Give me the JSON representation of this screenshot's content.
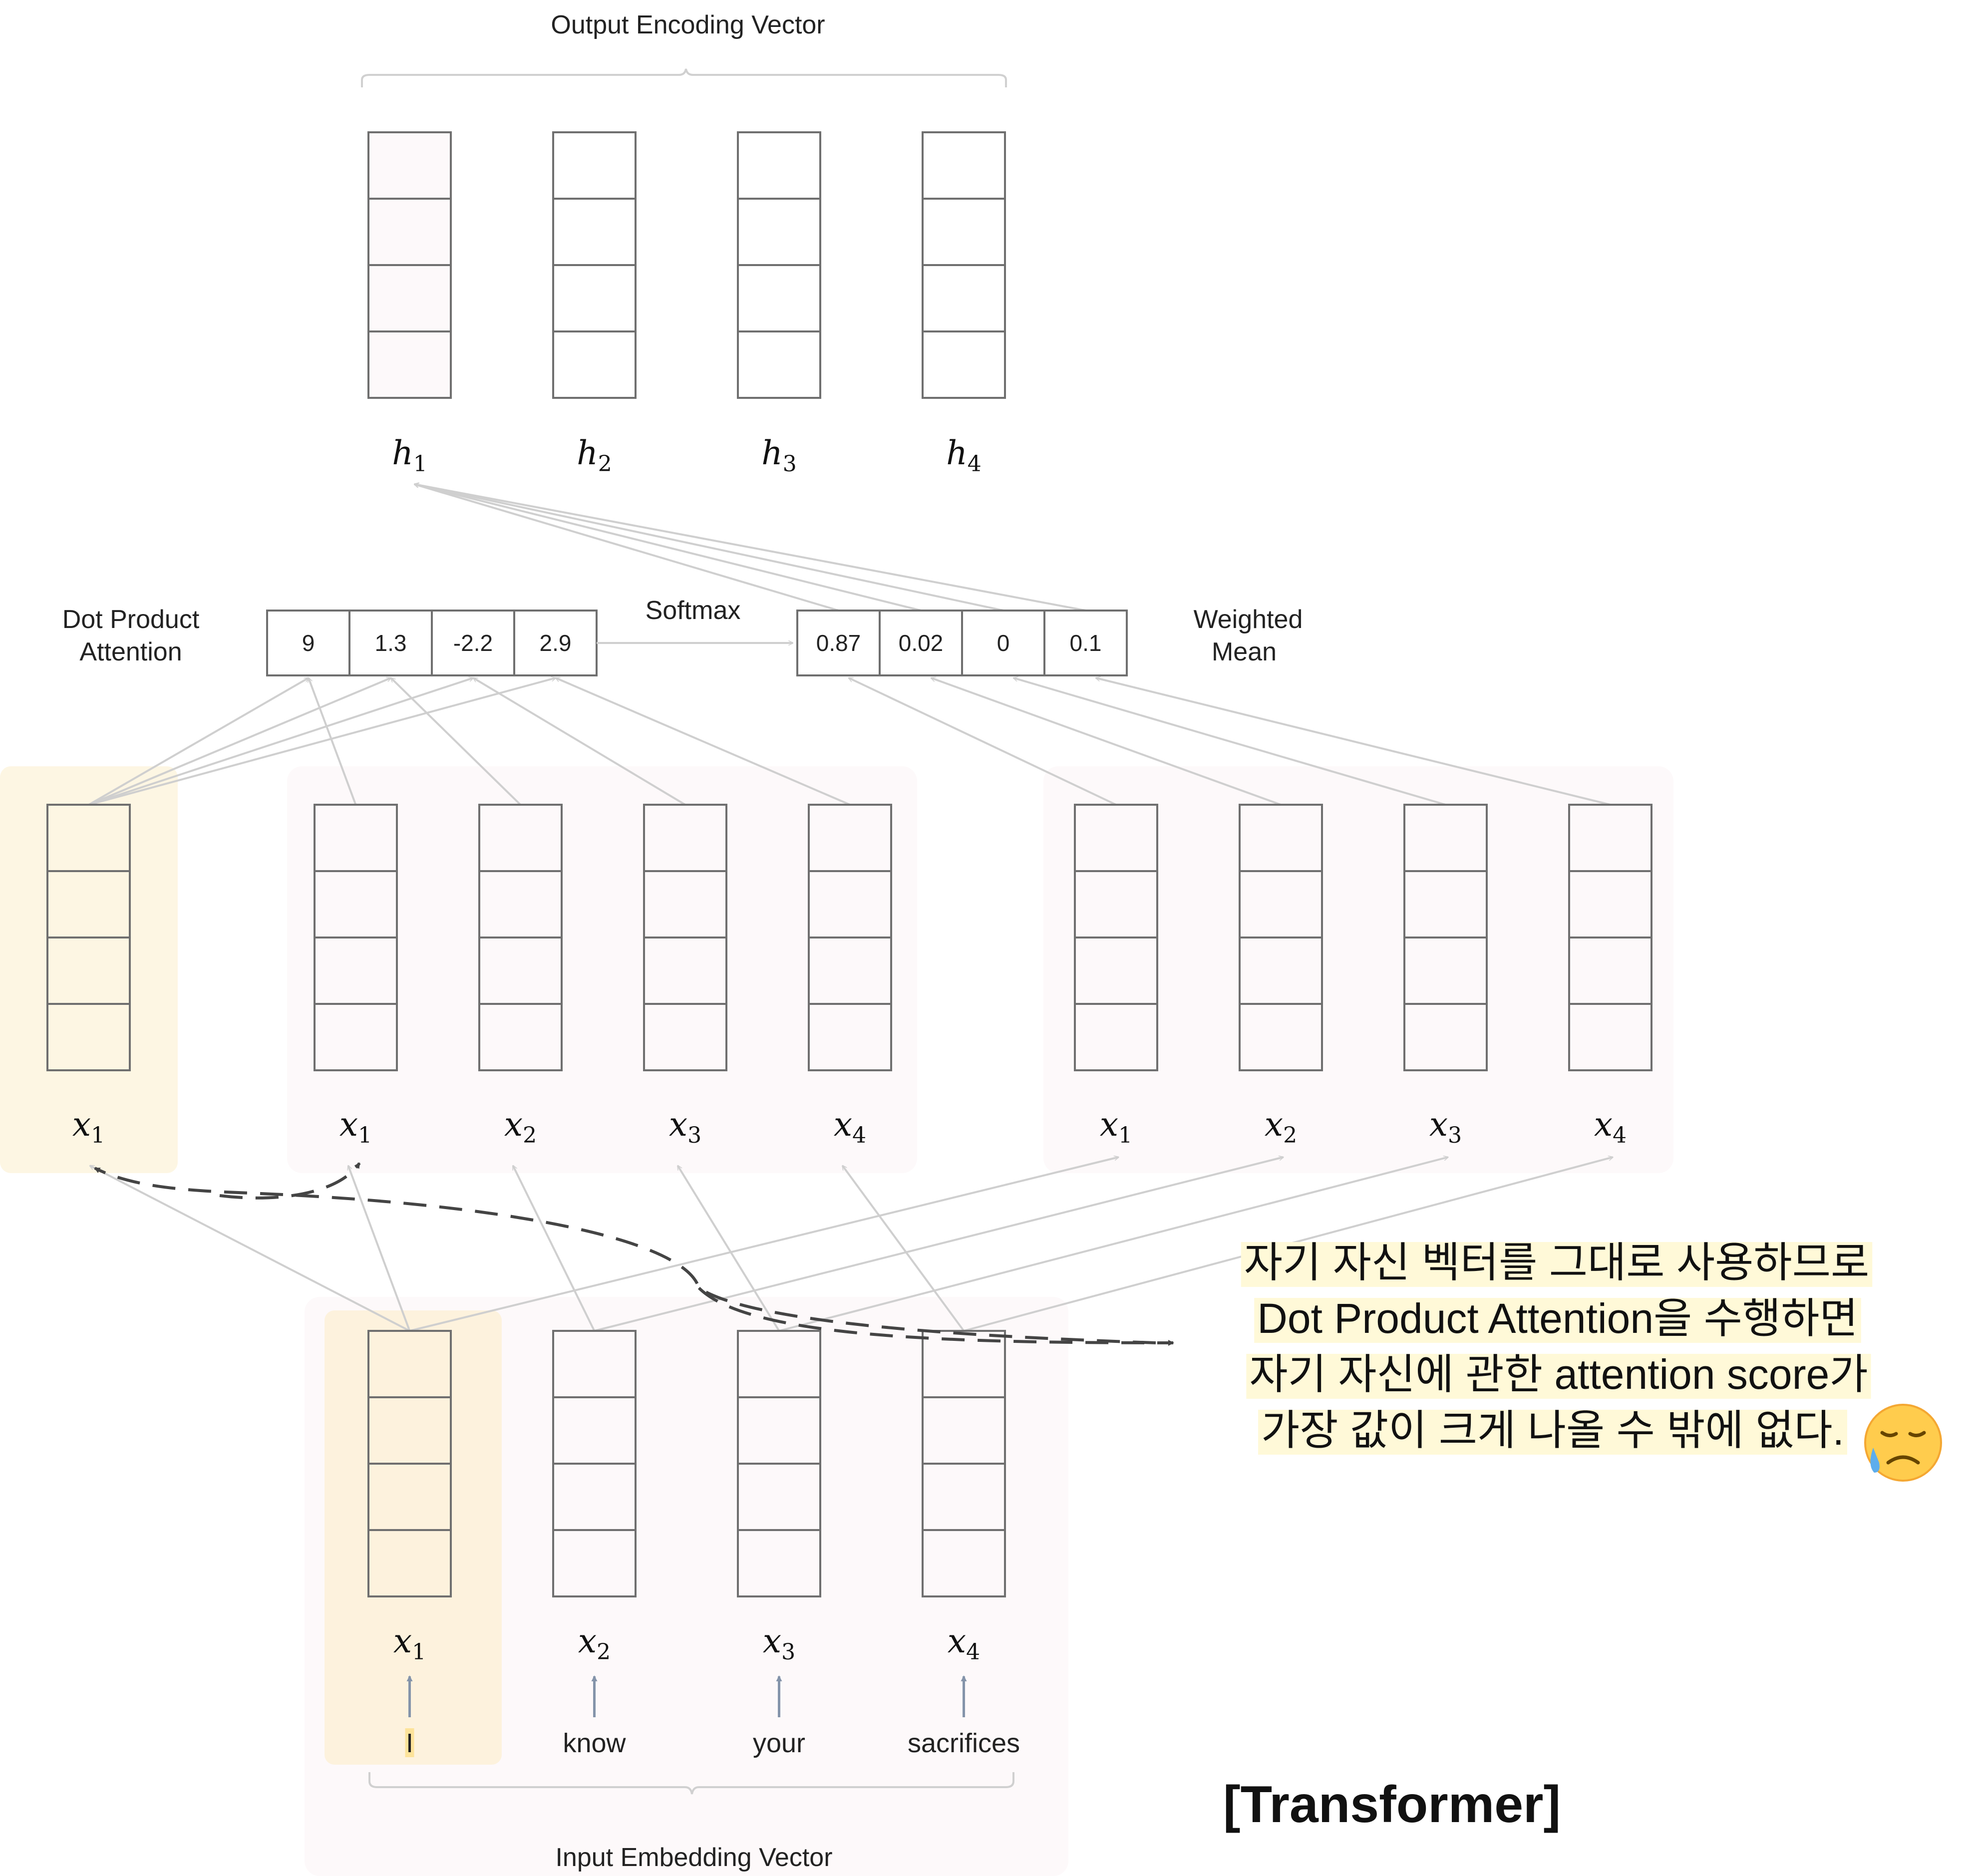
{
  "labels": {
    "output_encoding": "Output Encoding Vector",
    "input_embedding": "Input Embedding Vector",
    "dot_product_line1": "Dot Product",
    "dot_product_line2": "Attention",
    "softmax": "Softmax",
    "weighted_line1": "Weighted",
    "weighted_line2": "Mean",
    "transformer": "[Transformer]"
  },
  "output_vectors": [
    {
      "sym": "h",
      "sub": "1"
    },
    {
      "sym": "h",
      "sub": "2"
    },
    {
      "sym": "h",
      "sub": "3"
    },
    {
      "sym": "h",
      "sub": "4"
    }
  ],
  "query_vector": {
    "sym": "x",
    "sub": "1"
  },
  "key_vectors": [
    {
      "sym": "x",
      "sub": "1"
    },
    {
      "sym": "x",
      "sub": "2"
    },
    {
      "sym": "x",
      "sub": "3"
    },
    {
      "sym": "x",
      "sub": "4"
    }
  ],
  "value_vectors": [
    {
      "sym": "x",
      "sub": "1"
    },
    {
      "sym": "x",
      "sub": "2"
    },
    {
      "sym": "x",
      "sub": "3"
    },
    {
      "sym": "x",
      "sub": "4"
    }
  ],
  "input_vectors": [
    {
      "sym": "x",
      "sub": "1",
      "word": "I"
    },
    {
      "sym": "x",
      "sub": "2",
      "word": "know"
    },
    {
      "sym": "x",
      "sub": "3",
      "word": "your"
    },
    {
      "sym": "x",
      "sub": "4",
      "word": "sacrifices"
    }
  ],
  "scores": [
    "9",
    "1.3",
    "-2.2",
    "2.9"
  ],
  "weights": [
    "0.87",
    "0.02",
    "0",
    "0.1"
  ],
  "note_lines": [
    "자기 자신 벡터를 그대로 사용하므로",
    "Dot Product Attention을 수행하면",
    "자기 자신에 관한 attention score가",
    "가장 값이 크게 나올 수 밖에 없다."
  ],
  "colors": {
    "query_highlight": "#fdf6e3",
    "group_background": "#fdf9fa",
    "note_highlight": "#fff9d8",
    "cell_stroke": "#6f6f6f",
    "arrow": "#cfcfcf",
    "dashed_arrow": "#444444",
    "input_arrow": "#8494aa"
  },
  "icons": {
    "sad_face": "sad-but-relieved-face-icon"
  }
}
